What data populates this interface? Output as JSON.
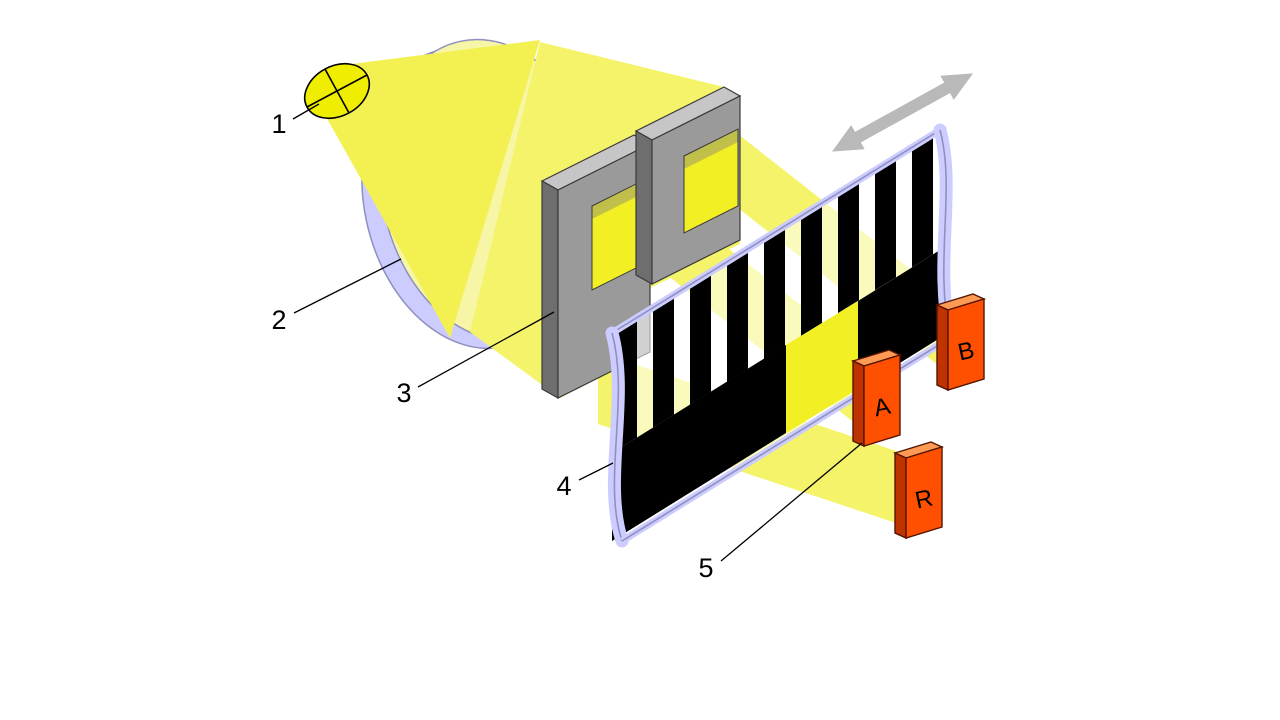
{
  "figure": {
    "callouts": [
      {
        "text": "1"
      },
      {
        "text": "2"
      },
      {
        "text": "3"
      },
      {
        "text": "4"
      },
      {
        "text": "5"
      }
    ],
    "detectors": [
      {
        "label": "A"
      },
      {
        "label": "B"
      },
      {
        "label": "R"
      }
    ]
  },
  "colors": {
    "yellow-bright": "#f0ee00",
    "yellow-cone": "#f3f052",
    "yellow-beam": "#f4f36a",
    "yellow-window": "#f2ef25",
    "yellow-inner": "#c0bf4a",
    "yellow-lens": "#f7f6a6",
    "lavender": "#ccccff",
    "lavender-line": "#8f8fc0",
    "gray-front": "#9a9a9a",
    "gray-top": "#c6c6c6",
    "gray-side": "#6e6e6e",
    "gray-stroke": "#3a3a3a",
    "detector-front": "#ff4f00",
    "detector-top": "#ff9a55",
    "detector-side": "#bf3300",
    "detector-stroke": "#551500",
    "arrow-gray": "#b9b9b9",
    "stripe-black": "#000000",
    "ink": "#000000"
  }
}
